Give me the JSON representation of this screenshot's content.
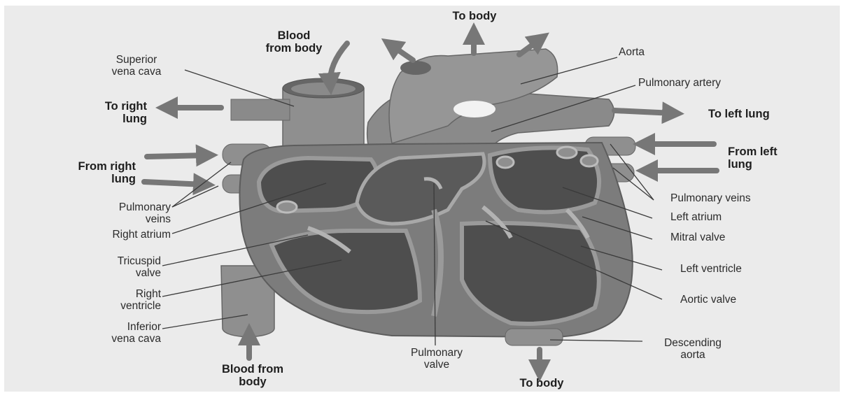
{
  "colors": {
    "background": "#ebebeb",
    "heart_wall": "#7c7c7c",
    "heart_outline": "#5d5d5d",
    "chamber_dark": "#4e4e4e",
    "valve_light": "#b3b3b3",
    "vessel": "#8f8f8f",
    "flow_arrow": "#777777",
    "leader_line": "#3a3a3a",
    "text": "#2b2b2b"
  },
  "flow_labels": {
    "to_body_top": "To body",
    "blood_from_body_top": "Blood\nfrom body",
    "to_right_lung": "To right\nlung",
    "to_left_lung": "To left lung",
    "from_right_lung": "From right\nlung",
    "from_left_lung": "From left\nlung",
    "blood_from_body_bottom": "Blood from\nbody",
    "to_body_bottom": "To body"
  },
  "structure_labels": {
    "superior_vena_cava": "Superior\nvena cava",
    "aorta": "Aorta",
    "pulmonary_artery": "Pulmonary artery",
    "pulmonary_veins_left": "Pulmonary\nveins",
    "pulmonary_veins_right": "Pulmonary veins",
    "right_atrium": "Right atrium",
    "left_atrium": "Left atrium",
    "mitral_valve": "Mitral valve",
    "tricuspid_valve": "Tricuspid\nvalve",
    "left_ventricle": "Left ventricle",
    "right_ventricle": "Right\nventricle",
    "aortic_valve": "Aortic valve",
    "inferior_vena_cava": "Inferior\nvena cava",
    "pulmonary_valve": "Pulmonary\nvalve",
    "descending_aorta": "Descending\naorta"
  }
}
